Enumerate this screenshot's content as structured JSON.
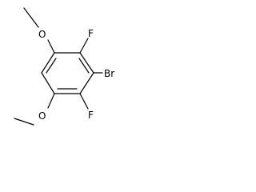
{
  "molecule": {
    "atoms": {
      "f_top": "F",
      "br": "Br",
      "f_bottom": "F",
      "o_top": "O",
      "o_bottom": "O"
    }
  },
  "colors": {
    "bond": "#000000",
    "label": "#000000",
    "background": "#ffffff"
  }
}
